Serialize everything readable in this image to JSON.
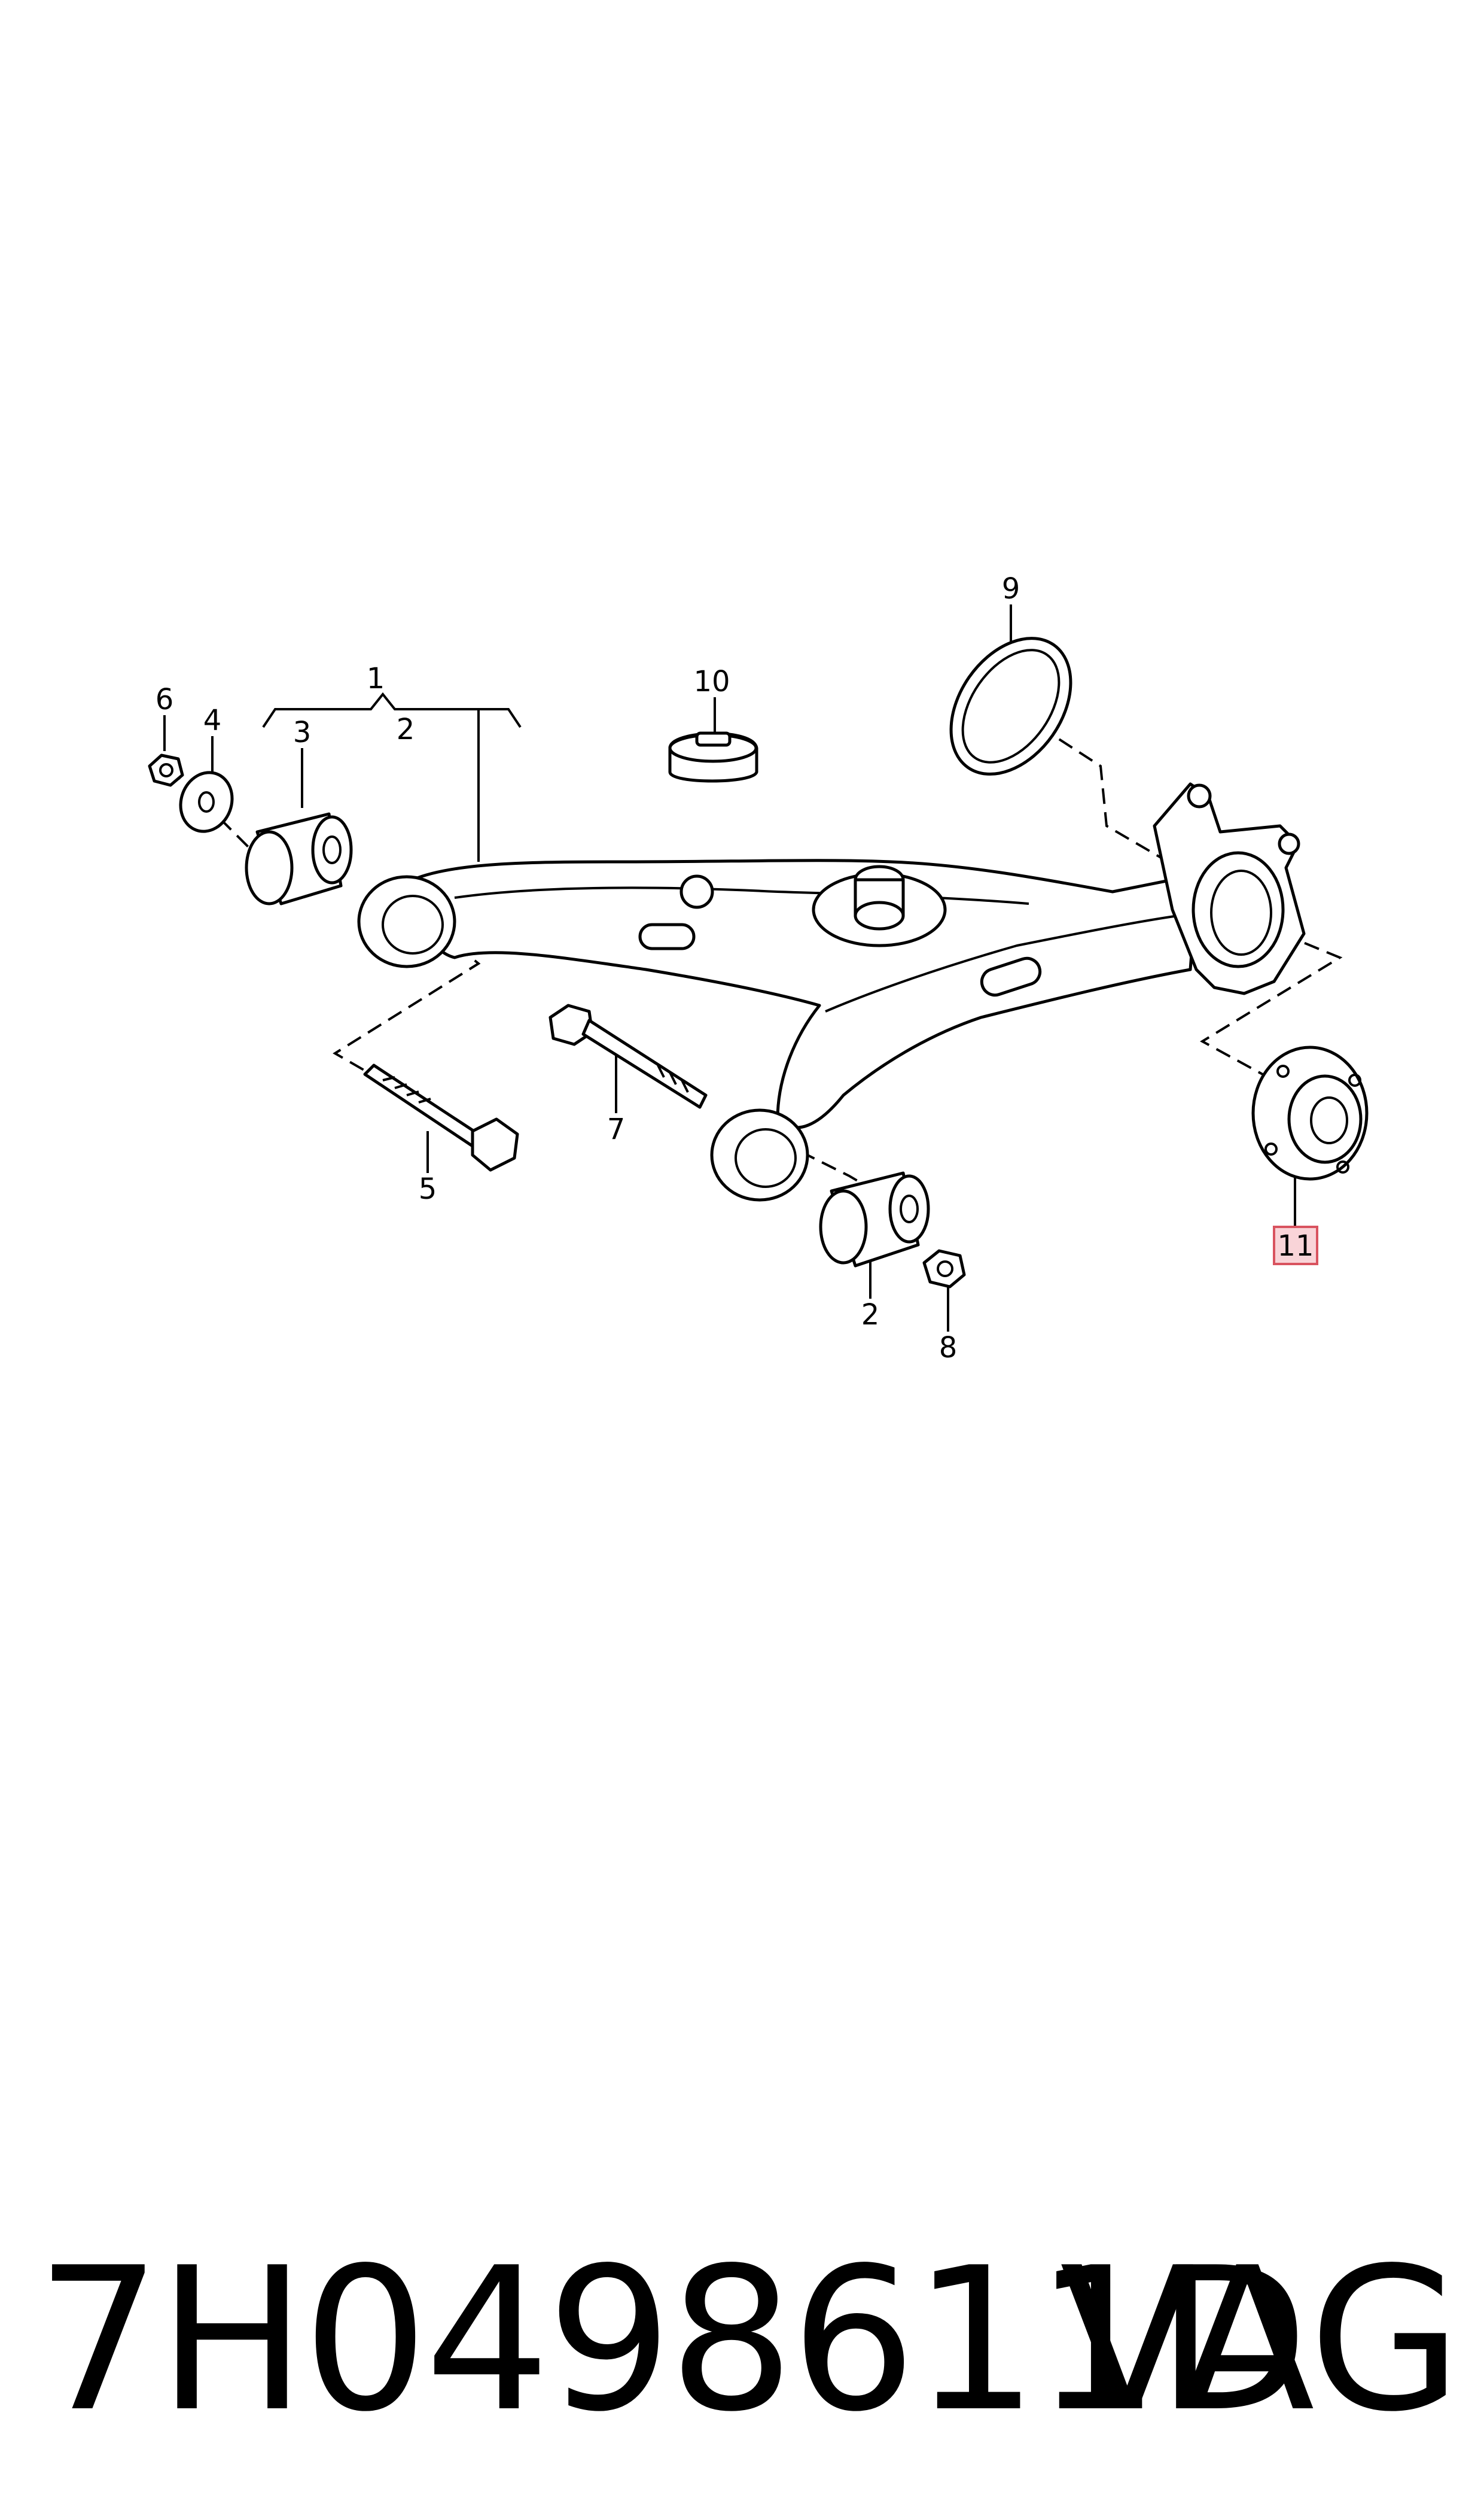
{
  "callouts": {
    "c1": "1",
    "c2a": "2",
    "c2b": "2",
    "c3": "3",
    "c4": "4",
    "c5": "5",
    "c6": "6",
    "c7": "7",
    "c8": "8",
    "c9": "9",
    "c10": "10",
    "c11": "11"
  },
  "footer": {
    "part_number": "7H0498611D",
    "brand": "VAG"
  },
  "colors": {
    "highlight_fill": "#f9d4d8",
    "highlight_stroke": "#d9535f"
  }
}
